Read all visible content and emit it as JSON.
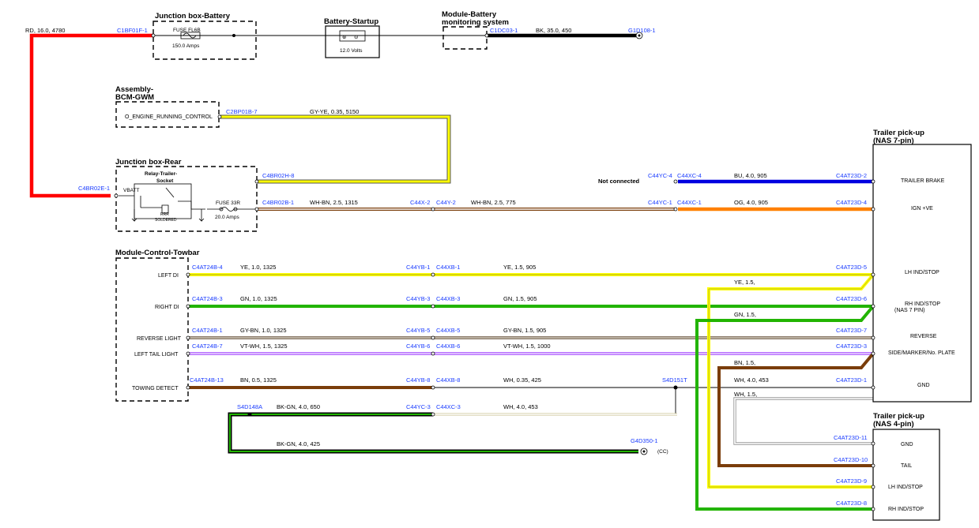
{
  "components": {
    "jb_battery": "Junction box-Battery",
    "battery_startup": "Battery-Startup",
    "module_battery_line1": "Module-Battery",
    "module_battery_line2": "monitoring system",
    "bcm_line1": "Assembly-",
    "bcm_line2": "BCM-GWM",
    "jb_rear": "Junction box-Rear",
    "relay_line1": "Relay-Trailer-",
    "relay_line2": "Socket",
    "module_towbar": "Module-Control-Towbar",
    "trailer7_line1": "Trailer pick-up",
    "trailer7_line2": "(NAS 7-pin)",
    "trailer4_line1": "Trailer pick-up",
    "trailer4_line2": "(NAS 4-pin)"
  },
  "fuses": {
    "fl6b_name": "FUSE FL6B",
    "fl6b_rating": "150.0 Amps",
    "f33r_name": "FUSE 33R",
    "f33r_rating": "20.0 Amps",
    "battery_voltage": "12.0 Volts"
  },
  "labels": {
    "vbatt": "VBATT",
    "rr_soldered_1": "RRR",
    "rr_soldered_2": "SOLDERED",
    "engine_running": "O_ENGINE_RUNNING_CONTROL",
    "not_connected": "Not connected",
    "cc": "(CC)"
  },
  "connectors": {
    "c1bf01f": "C1BF01F-1",
    "c1dc03": "C1DC03-1",
    "g1d108": "G1D108-1",
    "c2bp01b": "C2BP01B-7",
    "c4br02e": "C4BR02E-1",
    "c4br02h": "C4BR02H-8",
    "c4br02b": "C4BR02B-1",
    "c44x2": "C44X-2",
    "c44y2": "C44Y-2",
    "c44yc4": "C44YC-4",
    "c44xc4": "C44XC-4",
    "c44yc1": "C44YC-1",
    "c44xc1": "C44XC-1",
    "c4at23d2": "C4AT23D-2",
    "c4at23d4": "C4AT23D-4",
    "c4at24b4": "C4AT24B-4",
    "c4at24b3": "C4AT24B-3",
    "c4at24b1": "C4AT24B-1",
    "c4at24b7": "C4AT24B-7",
    "c4at24b13": "C4AT24B-13",
    "c44yb1": "C44YB-1",
    "c44xb1": "C44XB-1",
    "c44yb3": "C44YB-3",
    "c44xb3": "C44XB-3",
    "c44yb5": "C44YB-5",
    "c44xb5": "C44XB-5",
    "c44yb6": "C44YB-6",
    "c44xb6": "C44XB-6",
    "c44yb8": "C44YB-8",
    "c44xb8": "C44XB-8",
    "s4d151t": "S4D151T",
    "c4at23d5": "C4AT23D-5",
    "c4at23d6": "C4AT23D-6",
    "c4at23d7": "C4AT23D-7",
    "c4at23d3": "C4AT23D-3",
    "c4at23d1": "C4AT23D-1",
    "s4d148a": "S4D148A",
    "c44yc3": "C44YC-3",
    "c44xc3": "C44XC-3",
    "g4d350": "G4D350-1",
    "c4at23d11": "C4AT23D-11",
    "c4at23d10": "C4AT23D-10",
    "c4at23d9": "C4AT23D-9",
    "c4at23d8": "C4AT23D-8"
  },
  "wires": {
    "rd": "RD, 16.0, 4780",
    "bk35": "BK, 35.0, 450",
    "gyye": "GY-YE, 0.35, 5150",
    "whbn1": "WH-BN, 2.5, 1315",
    "whbn2": "WH-BN, 2.5, 775",
    "bu": "BU, 4.0, 905",
    "og": "OG, 4.0, 905",
    "ye1": "YE, 1.0, 1325",
    "ye15": "YE, 1.5, 905",
    "gn1": "GN, 1.0, 1325",
    "gn15": "GN, 1.5, 905",
    "gybn1": "GY-BN, 1.0, 1325",
    "gybn15": "GY-BN, 1.5, 905",
    "vtwh1": "VT-WH, 1.5, 1325",
    "vtwh2": "VT-WH, 1.5, 1000",
    "bn05": "BN, 0.5, 1325",
    "wh035": "WH, 0.35, 425",
    "bkgn650": "BK-GN, 4.0, 650",
    "wh453a": "WH, 4.0, 453",
    "wh453b": "WH, 4.0, 453",
    "bkgn425": "BK-GN, 4.0, 425",
    "ye_b": "YE, 1.5,",
    "gn_b": "GN, 1.5,",
    "bn_b": "BN, 1.5,",
    "wh_b": "WH, 1.5,"
  },
  "pins": {
    "left_di": "LEFT DI",
    "right_di": "RIGHT DI",
    "reverse_light": "REVERSE LIGHT",
    "left_tail": "LEFT TAIL LIGHT",
    "towing_detect": "TOWING DETECT",
    "trailer_brake": "TRAILER BRAKE",
    "ign": "IGN +VE",
    "lh_ind": "LH IND/STOP",
    "rh_ind": "RH IND/STOP",
    "rh_ind_sub": "(NAS 7 PIN)",
    "reverse": "REVERSE",
    "side_marker": "SIDE/MARKER/No. PLATE",
    "gnd": "GND",
    "p4_gnd": "GND",
    "p4_tail": "TAIL",
    "p4_lh": "LH IND/STOP",
    "p4_rh": "RH IND/STOP"
  },
  "colors": {
    "red": "#ff0000",
    "black": "#000000",
    "yellow": "#ffff00",
    "blue": "#0000e0",
    "orange": "#ff8000",
    "green": "#22b400",
    "brown": "#7a3d0a",
    "violet": "#a040ff",
    "white": "#ffffff",
    "gray": "#b0b0b0",
    "graybrown": "#8a7a6a",
    "connector_text": "#1a3cff"
  }
}
